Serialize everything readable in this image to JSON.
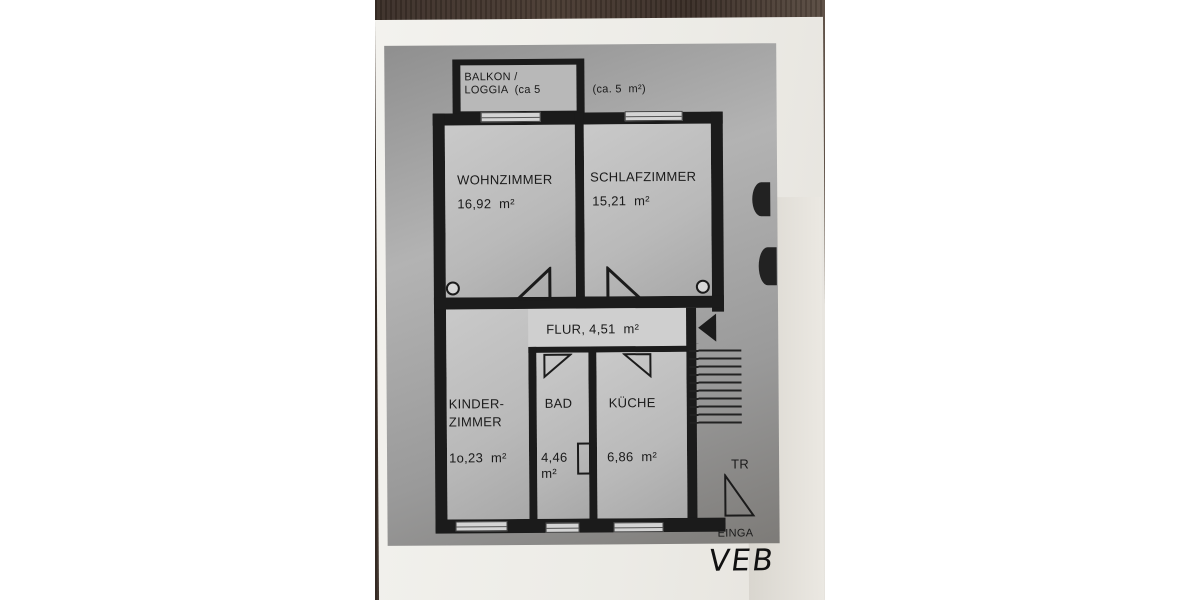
{
  "image": {
    "description": "Photo of a printed apartment floor plan lying on a wooden table",
    "background_colors": {
      "table": "#3b2f28",
      "paper": "#f1efea",
      "plan": "#a5a5a5",
      "walls": "#1b1b1b"
    }
  },
  "floor_plan": {
    "balcony": {
      "label_line1": "BALKON /",
      "label_line2": "LOGGIA  (ca 5",
      "area_note": "(ca. 5  m²)"
    },
    "rooms": [
      {
        "id": "wohnzimmer",
        "name": "WOHNZIMMER",
        "area": "16,92  m²"
      },
      {
        "id": "schlafzimmer",
        "name": "SCHLAFZIMMER",
        "area": "15,21  m²"
      },
      {
        "id": "flur",
        "name": "FLUR, 4,51  m²"
      },
      {
        "id": "kinderzimmer",
        "name_line1": "KINDER-",
        "name_line2": "ZIMMER",
        "area": "1o,23  m²"
      },
      {
        "id": "bad",
        "name": "BAD",
        "area_line1": "4,46",
        "area_line2": "m²"
      },
      {
        "id": "kueche",
        "name": "KÜCHE",
        "area": "6,86  m²"
      }
    ],
    "stairwell_label": "TR",
    "entrance_label": "EINGA"
  },
  "handwritten_note": "VEB"
}
